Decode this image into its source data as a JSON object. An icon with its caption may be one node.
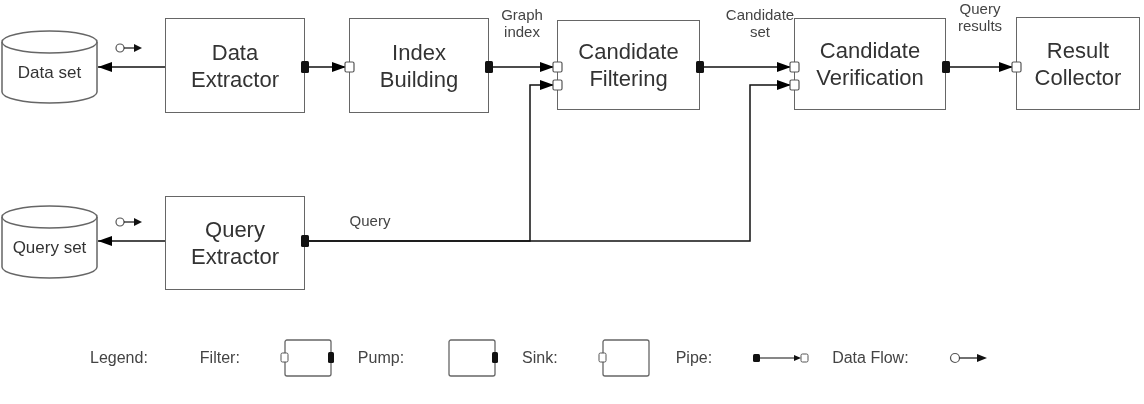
{
  "diagram": {
    "nodes": [
      {
        "text": [
          "Data set"
        ]
      },
      {
        "text": [
          "Data Extractor"
        ]
      },
      {
        "text": [
          "Index Building"
        ]
      },
      {
        "text": [
          "Candidate Filtering"
        ]
      },
      {
        "text": [
          "Candidate Verification"
        ]
      },
      {
        "text": [
          "Result Collector"
        ]
      },
      {
        "text": [
          "Query set"
        ]
      },
      {
        "text": [
          "Query Extractor"
        ]
      }
    ],
    "edges": [
      {
        "from": 1,
        "to": 0,
        "arrow": "to"
      },
      {
        "from": 1,
        "to": 2,
        "arrow": "to"
      },
      {
        "from": 2,
        "to": 3,
        "arrow": "to",
        "label": "Graph index"
      },
      {
        "from": 3,
        "to": 4,
        "arrow": "to",
        "label": "Candidate set"
      },
      {
        "from": 4,
        "to": 5,
        "arrow": "to",
        "label": "Query results"
      },
      {
        "from": 7,
        "to": 6,
        "arrow": "to"
      },
      {
        "from": 7,
        "to": 3,
        "arrow": "to",
        "label": "Query"
      },
      {
        "from": 7,
        "to": 4,
        "arrow": "to"
      }
    ],
    "labels": [
      "Legend:"
    ],
    "legend": [
      {
        "text": "Filter:"
      },
      {
        "text": "Pump:"
      },
      {
        "text": "Sink:"
      },
      {
        "text": "Pipe:"
      },
      {
        "text": "Data Flow:"
      }
    ]
  }
}
